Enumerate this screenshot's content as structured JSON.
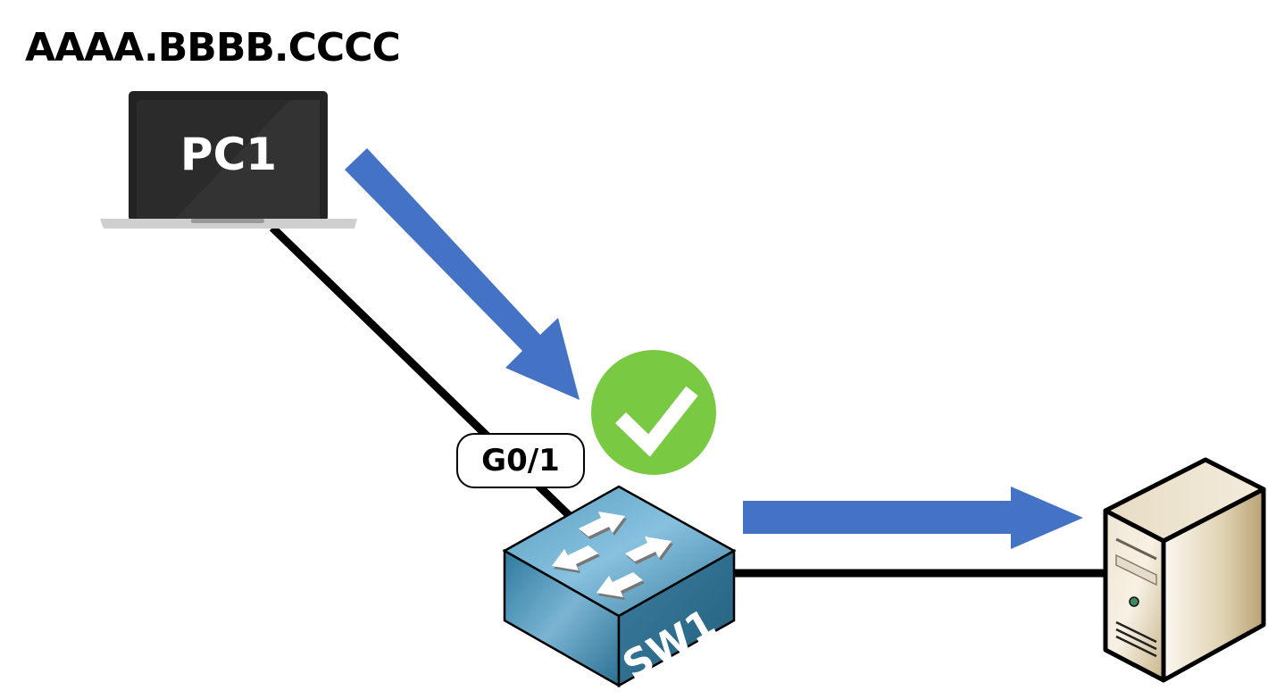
{
  "diagram": {
    "mac_address_label": "AAAA.BBBB.CCCC",
    "nodes": [
      {
        "id": "pc1",
        "label": "PC1",
        "type": "laptop"
      },
      {
        "id": "sw1",
        "label": "SW1",
        "type": "switch"
      },
      {
        "id": "server",
        "label": "",
        "type": "server"
      }
    ],
    "interfaces": [
      {
        "node": "sw1",
        "label": "G0/1"
      }
    ],
    "links": [
      {
        "from": "pc1",
        "to": "sw1"
      },
      {
        "from": "sw1",
        "to": "server"
      }
    ],
    "flow_arrows": [
      {
        "from": "pc1",
        "to": "sw1",
        "color": "#4472C4"
      },
      {
        "from": "sw1",
        "to": "server",
        "color": "#4472C4"
      }
    ],
    "status": {
      "icon": "checkmark-icon",
      "meaning": "allowed",
      "color": "#7AC943"
    }
  }
}
